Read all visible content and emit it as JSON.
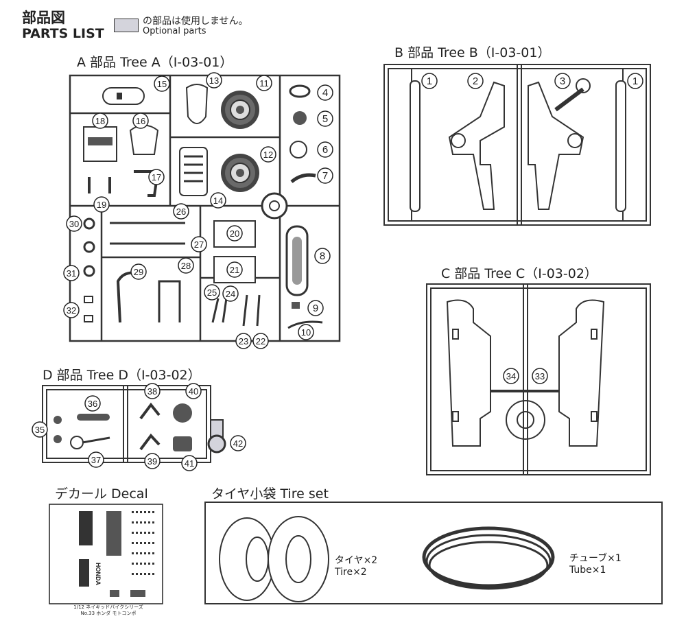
{
  "header": {
    "title_jp": "部品図",
    "title_en": "PARTS LIST",
    "legend_jp": "の部品は使用しません。",
    "legend_en": "Optional parts",
    "legend_color": "#d4d4dc"
  },
  "trees": {
    "a": {
      "title": "A 部品 Tree A（I-03-01）",
      "parts": [
        "13",
        "11",
        "15",
        "4",
        "18",
        "16",
        "5",
        "12",
        "6",
        "17",
        "7",
        "19",
        "14",
        "26",
        "30",
        "20",
        "27",
        "28",
        "8",
        "31",
        "21",
        "29",
        "25",
        "24",
        "32",
        "9",
        "23",
        "22",
        "10"
      ]
    },
    "b": {
      "title": "B 部品 Tree B（I-03-01）",
      "parts": [
        "1",
        "2",
        "3",
        "1"
      ]
    },
    "c": {
      "title": "C 部品 Tree C（I-03-02）",
      "parts": [
        "34",
        "33"
      ]
    },
    "d": {
      "title": "D 部品 Tree D（I-03-02）",
      "parts": [
        "36",
        "38",
        "40",
        "35",
        "42",
        "37",
        "39",
        "41"
      ]
    }
  },
  "decal": {
    "title": "デカール Decal",
    "brand": "HONDA",
    "footer_1": "1/12 ネイキッドバイクシリーズ",
    "footer_2": "No.33 ホンダ モトコンポ"
  },
  "tires": {
    "title": "タイヤ小袋 Tire set",
    "tire_jp": "タイヤ×2",
    "tire_en": "Tire×2",
    "tube_jp": "チューブ×1",
    "tube_en": "Tube×1"
  }
}
